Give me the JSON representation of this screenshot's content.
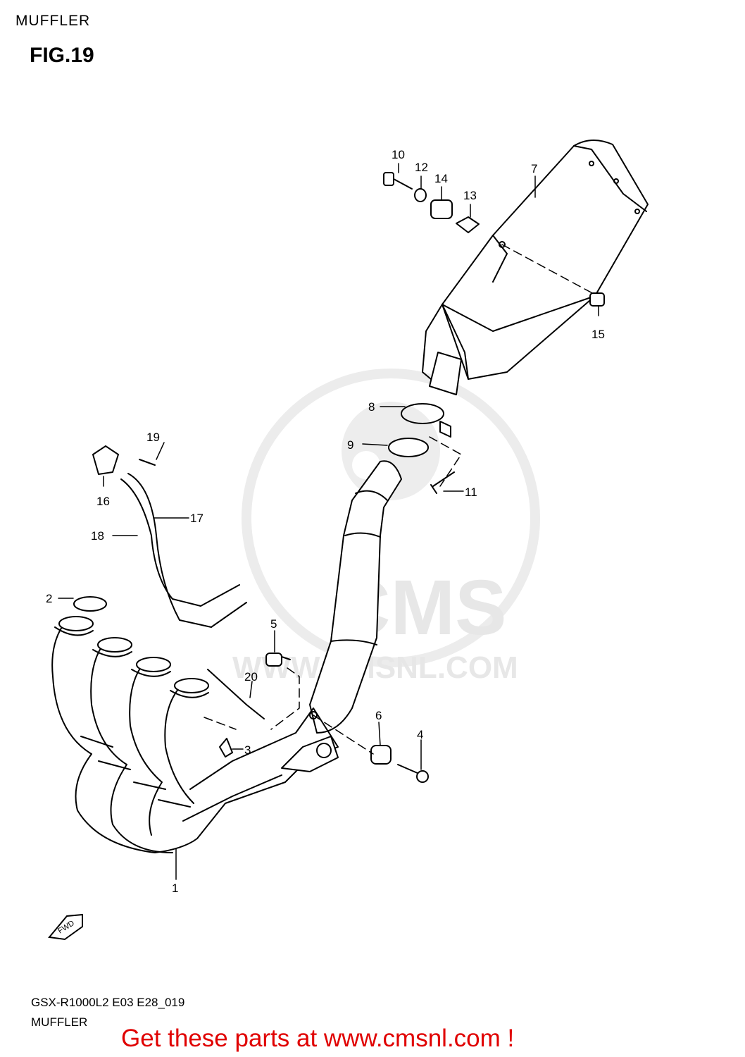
{
  "header": {
    "section_title": "MUFFLER",
    "figure_label": "FIG.19"
  },
  "watermark": {
    "brand": "CMS",
    "url": "WWW.CMSNL.COM"
  },
  "fwd_label": "FWD",
  "callouts": [
    "1",
    "2",
    "3",
    "4",
    "5",
    "6",
    "7",
    "8",
    "9",
    "10",
    "11",
    "12",
    "13",
    "14",
    "15",
    "16",
    "17",
    "18",
    "19",
    "20"
  ],
  "footer": {
    "model_code": "GSX-R1000L2 E03 E28_019",
    "diagram_name": "MUFFLER"
  },
  "promo": {
    "text": "Get these parts at www.cmsnl.com !"
  },
  "colors": {
    "promo": "#e00000",
    "watermark": "#e7e7e7",
    "line": "#000000"
  }
}
